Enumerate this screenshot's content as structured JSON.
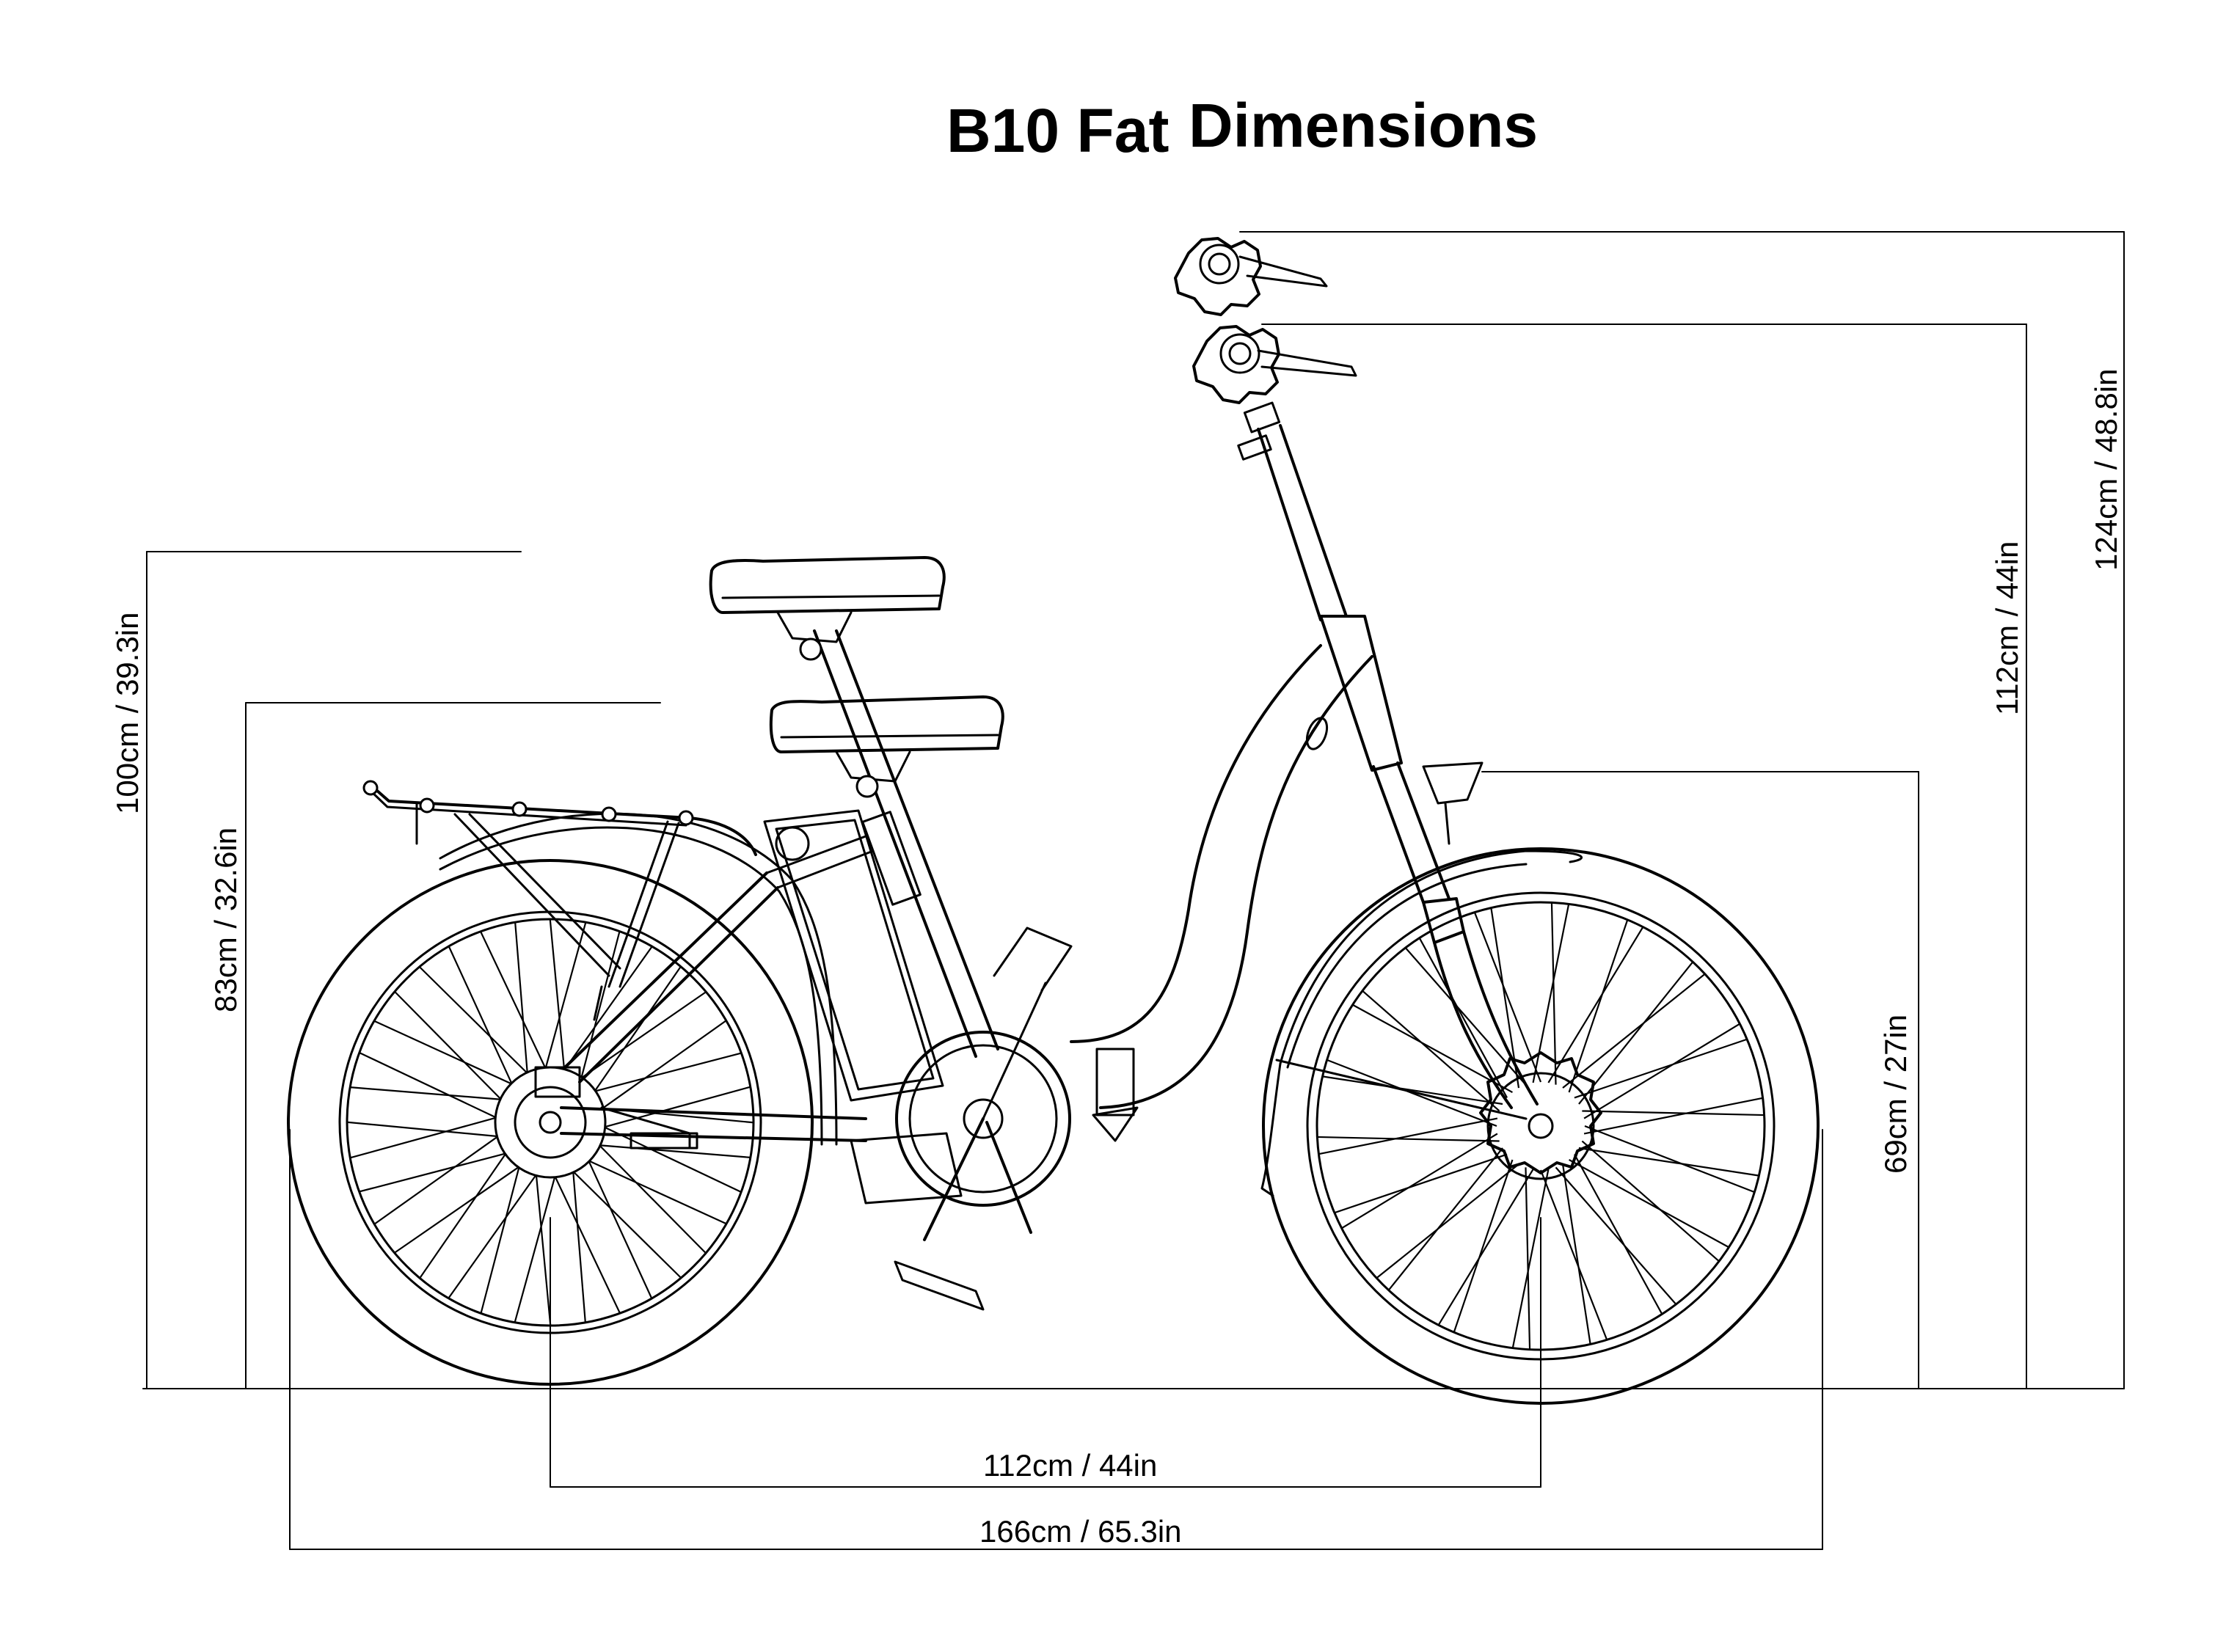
{
  "title": {
    "model": "B10 Fat",
    "word": "Dimensions"
  },
  "dimensions": {
    "seat_height_max": "100cm / 39.3in",
    "seat_height_min": "83cm / 32.6in",
    "handlebar_height_max": "124cm / 48.8in",
    "handlebar_height_min": "112cm / 44in",
    "wheel_height": "69cm / 27in",
    "wheelbase": "112cm / 44in",
    "overall_length": "166cm / 65.3in"
  },
  "colors": {
    "line": "#000000",
    "background": "#ffffff"
  }
}
